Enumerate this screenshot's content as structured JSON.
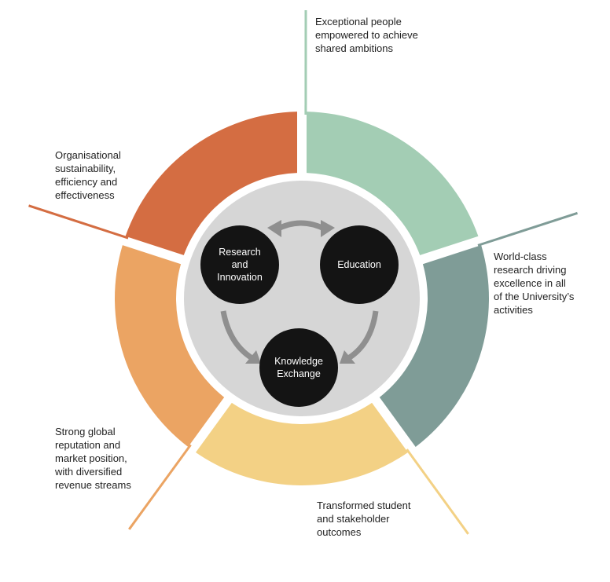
{
  "segments": [
    {
      "label": "Exceptional people\nempowered to achieve\nshared ambitions",
      "color": "#a3cdb4"
    },
    {
      "label": "World-class\nresearch driving\nexcellence in all\nof the University’s\nactivities",
      "color": "#7f9c97"
    },
    {
      "label": "Transformed student\nand stakeholder\noutcomes",
      "color": "#f3d185"
    },
    {
      "label": "Strong global\nreputation and\nmarket position,\nwith diversified\nrevenue streams",
      "color": "#eba463"
    },
    {
      "label": "Organisational\nsustainability,\nefficiency and\neffectiveness",
      "color": "#d46d42"
    }
  ],
  "core": {
    "color": "#d6d6d6",
    "arrow_color": "#8f8f8f",
    "nodes": [
      {
        "label": "Research\nand\nInnovation"
      },
      {
        "label": "Education"
      },
      {
        "label": "Knowledge\nExchange"
      }
    ]
  }
}
